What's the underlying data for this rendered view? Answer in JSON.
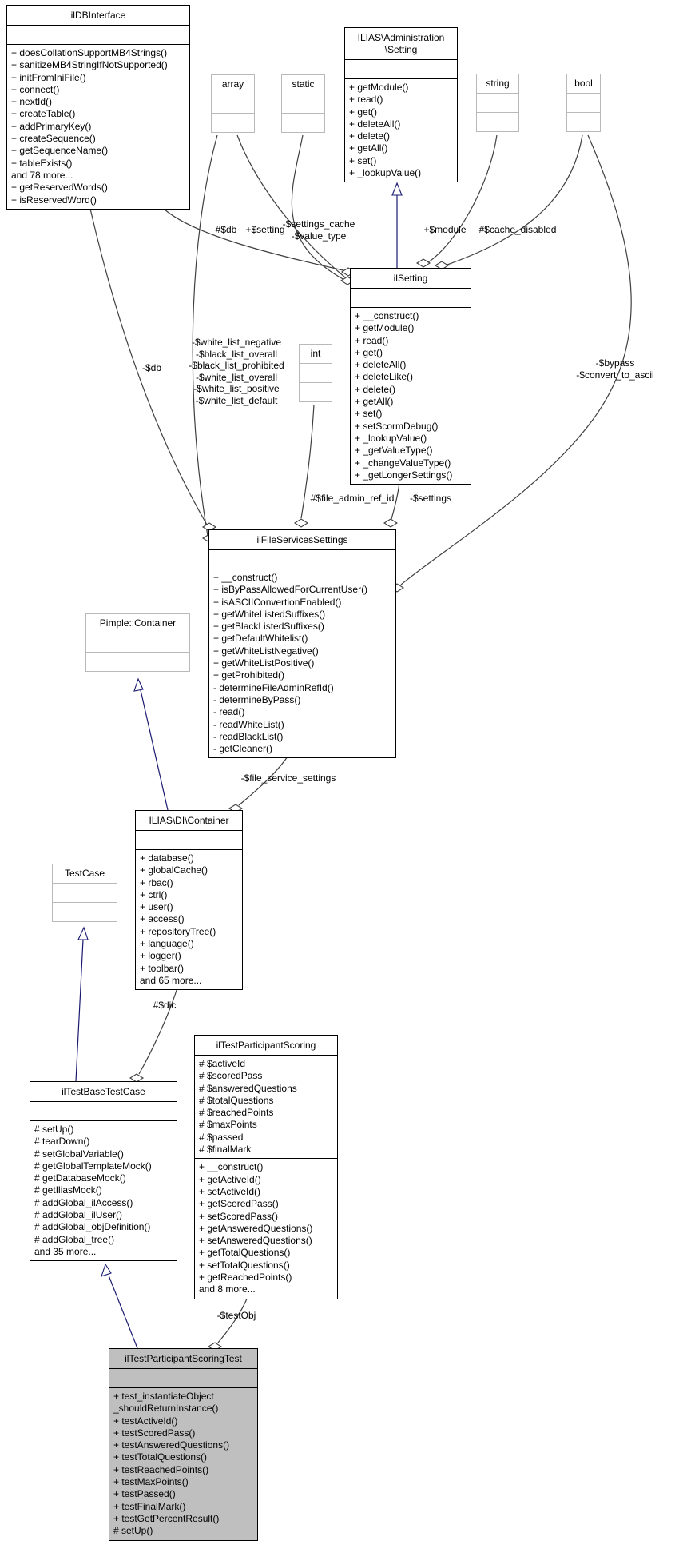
{
  "colors": {
    "edge": "#3f3f3f",
    "inheritance": "#191970",
    "node_border": "#000000",
    "external_border": "#b9b9b9",
    "highlight_bg": "#bfbfbf"
  },
  "classes": {
    "ilDBInterface": {
      "title": "ilDBInterface",
      "attributes": [],
      "methods": [
        "+ doesCollationSupportMB4Strings()",
        "+ sanitizeMB4StringIfNotSupported()",
        "+ initFromIniFile()",
        "+ connect()",
        "+ nextId()",
        "+ createTable()",
        "+ addPrimaryKey()",
        "+ createSequence()",
        "+ getSequenceName()",
        "+ tableExists()",
        "and 78 more...",
        "+ getReservedWords()",
        "+ isReservedWord()"
      ]
    },
    "array": {
      "title": "array"
    },
    "static": {
      "title": "static"
    },
    "admin_setting": {
      "title": "ILIAS\\Administration\n\\Setting",
      "attributes": [],
      "methods": [
        "+ getModule()",
        "+ read()",
        "+ get()",
        "+ deleteAll()",
        "+ delete()",
        "+ getAll()",
        "+ set()",
        "+ _lookupValue()"
      ]
    },
    "string": {
      "title": "string"
    },
    "bool": {
      "title": "bool"
    },
    "ilSetting": {
      "title": "ilSetting",
      "attributes": [],
      "methods": [
        "+ __construct()",
        "+ getModule()",
        "+ read()",
        "+ get()",
        "+ deleteAll()",
        "+ deleteLike()",
        "+ delete()",
        "+ getAll()",
        "+ set()",
        "+ setScormDebug()",
        "+ _lookupValue()",
        "+ _getValueType()",
        "+ _changeValueType()",
        "+ _getLongerSettings()"
      ]
    },
    "int": {
      "title": "int"
    },
    "ilFileServicesSettings": {
      "title": "ilFileServicesSettings",
      "attributes": [],
      "methods": [
        "+ __construct()",
        "+ isByPassAllowedForCurrentUser()",
        "+ isASCIIConvertionEnabled()",
        "+ getWhiteListedSuffixes()",
        "+ getBlackListedSuffixes()",
        "+ getDefaultWhitelist()",
        "+ getWhiteListNegative()",
        "+ getWhiteListPositive()",
        "+ getProhibited()",
        "- determineFileAdminRefId()",
        "- determineByPass()",
        "- read()",
        "- readWhiteList()",
        "- readBlackList()",
        "- getCleaner()"
      ]
    },
    "pimple_container": {
      "title": "Pimple::Container"
    },
    "di_container": {
      "title": "ILIAS\\DI\\Container",
      "attributes": [],
      "methods": [
        "+ database()",
        "+ globalCache()",
        "+ rbac()",
        "+ ctrl()",
        "+ user()",
        "+ access()",
        "+ repositoryTree()",
        "+ language()",
        "+ logger()",
        "+ toolbar()",
        "and 65 more..."
      ]
    },
    "TestCase": {
      "title": "TestCase"
    },
    "ilTestParticipantScoring": {
      "title": "ilTestParticipantScoring",
      "attributes": [
        "# $activeId",
        "# $scoredPass",
        "# $answeredQuestions",
        "# $totalQuestions",
        "# $reachedPoints",
        "# $maxPoints",
        "# $passed",
        "# $finalMark"
      ],
      "methods": [
        "+ __construct()",
        "+ getActiveId()",
        "+ setActiveId()",
        "+ getScoredPass()",
        "+ setScoredPass()",
        "+ getAnsweredQuestions()",
        "+ setAnsweredQuestions()",
        "+ getTotalQuestions()",
        "+ setTotalQuestions()",
        "+ getReachedPoints()",
        "and 8 more..."
      ]
    },
    "ilTestBaseTestCase": {
      "title": "ilTestBaseTestCase",
      "attributes": [],
      "methods": [
        "# setUp()",
        "# tearDown()",
        "# setGlobalVariable()",
        "# getGlobalTemplateMock()",
        "# getDatabaseMock()",
        "# getIliasMock()",
        "# addGlobal_ilAccess()",
        "# addGlobal_ilUser()",
        "# addGlobal_objDefinition()",
        "# addGlobal_tree()",
        "and 35 more..."
      ]
    },
    "ilTestParticipantScoringTest": {
      "title": "ilTestParticipantScoringTest",
      "attributes": [],
      "methods": [
        "+ test_instantiateObject\n_shouldReturnInstance()",
        "+ testActiveId()",
        "+ testScoredPass()",
        "+ testAnsweredQuestions()",
        "+ testTotalQuestions()",
        "+ testReachedPoints()",
        "+ testMaxPoints()",
        "+ testPassed()",
        "+ testFinalMark()",
        "+ testGetPercentResult()",
        "# setUp()"
      ]
    }
  },
  "edge_labels": {
    "db_protected": "#$db",
    "setting": "+$setting",
    "settings_cache": "-$settings_cache\n-$value_type",
    "module": "+$module",
    "cache_disabled": "#$cache_disabled",
    "db_private": "-$db",
    "white_lists": "-$white_list_negative\n-$black_list_overall\n-$black_list_prohibited\n-$white_list_overall\n-$white_list_positive\n-$white_list_default",
    "bypass": "-$bypass\n-$convert_to_ascii",
    "file_admin_ref_id": "#$file_admin_ref_id",
    "settings": "-$settings",
    "file_service_settings": "-$file_service_settings",
    "dic": "#$dic",
    "testObj": "-$testObj"
  }
}
